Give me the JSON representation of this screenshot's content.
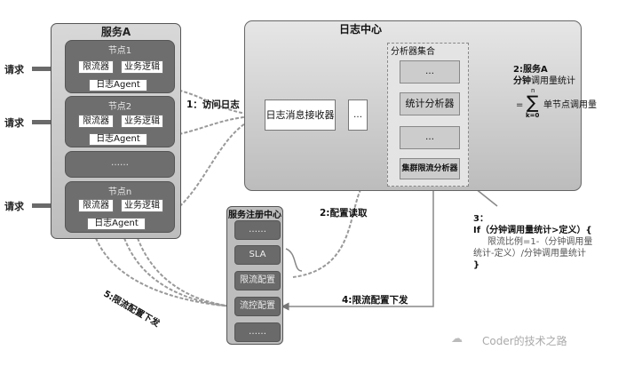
{
  "service_a": {
    "title": "服务A",
    "nodes": [
      {
        "title": "节点1",
        "limiter": "限流器",
        "logic": "业务逻辑",
        "agent": "日志Agent"
      },
      {
        "title": "节点2",
        "limiter": "限流器",
        "logic": "业务逻辑",
        "agent": "日志Agent"
      },
      {
        "title": "……"
      },
      {
        "title": "节点n",
        "limiter": "限流器",
        "logic": "业务逻辑",
        "agent": "日志Agent"
      }
    ],
    "request_label": "请求"
  },
  "log_center": {
    "title": "日志中心",
    "receiver": "日志消息接收器",
    "ellipsis": "…",
    "analyzer_set": {
      "title": "分析器集合",
      "items": [
        "…",
        "统计分析器",
        "…",
        "集群限流分析器"
      ]
    }
  },
  "registry": {
    "title": "服务注册中心",
    "items": [
      "……",
      "SLA",
      "限流配置",
      "流控配置",
      "……"
    ]
  },
  "labels": {
    "step1": "1：访问日志",
    "step2": "2:配置读取",
    "step4": "4:限流配置下发",
    "step5": "5:限流配置下发"
  },
  "note2": {
    "line1": "2:服务A",
    "line2_bold": "分钟",
    "line2_rest": "调用量统计",
    "eq": "=",
    "sum_top": "n",
    "sum_bottom": "k=0",
    "sum_text": "单节点调用量"
  },
  "note3": {
    "line1": "3：",
    "line2": "If（分钟调用量统计>定义）{",
    "line3": "限流比例=1-（分钟调用量",
    "line4": "统计-定义）/分钟调用量统计",
    "line5": "}"
  },
  "watermark": "Coder的技术之路"
}
